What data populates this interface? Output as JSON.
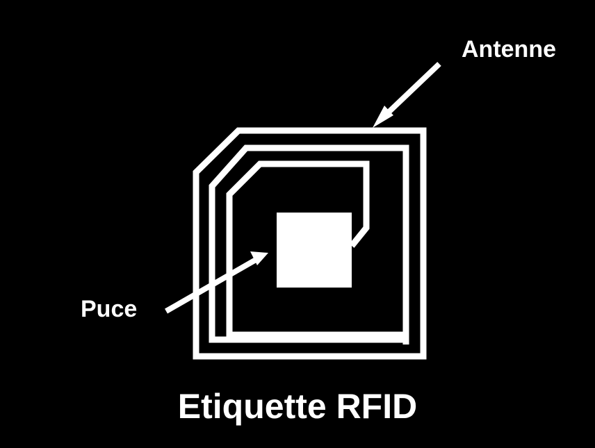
{
  "diagram": {
    "labels": {
      "antenna": "Antenne",
      "chip": "Puce"
    },
    "caption": "Etiquette RFID",
    "colors": {
      "background": "#000000",
      "foreground": "#ffffff"
    }
  }
}
